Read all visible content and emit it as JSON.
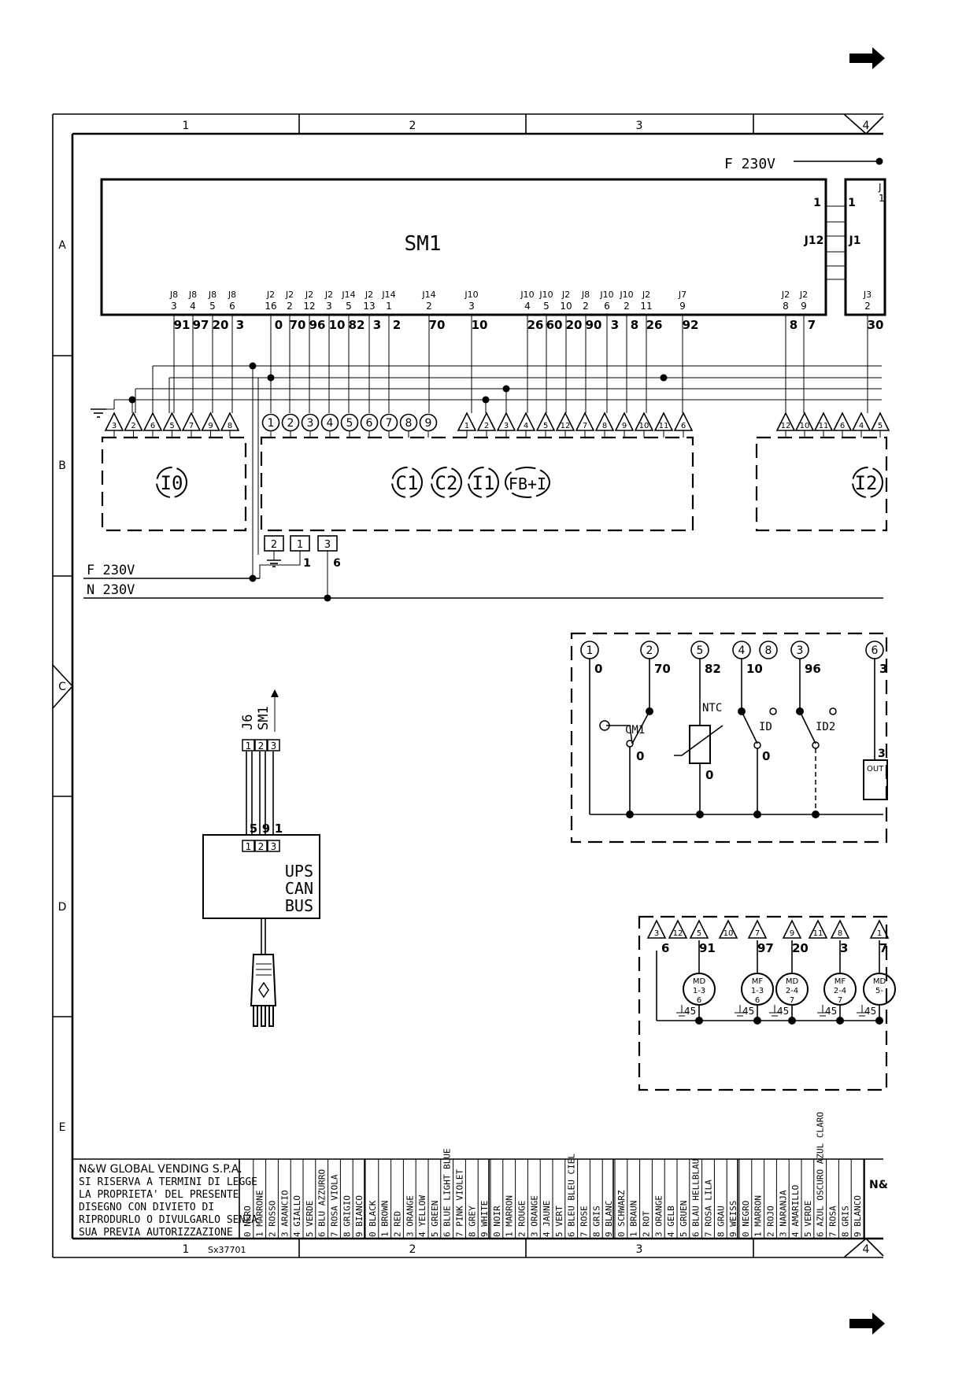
{
  "frame": {
    "columns": [
      "1",
      "2",
      "3",
      "4"
    ],
    "rows": [
      "A",
      "B",
      "C",
      "D",
      "E"
    ],
    "drawing_code": "Sx37701"
  },
  "supply": {
    "f_top": "F 230V",
    "f_left": "F 230V",
    "n_left": "N 230V"
  },
  "sm1": {
    "title": "SM1",
    "j12_pin": "1",
    "j12_label": "J12",
    "j1_pin": "1",
    "j1_label": "J1",
    "j_partial": "J",
    "j_partial_pin": "1",
    "connectors": [
      {
        "name": "J8",
        "pin": "3",
        "wire": "91"
      },
      {
        "name": "J8",
        "pin": "4",
        "wire": "97"
      },
      {
        "name": "J8",
        "pin": "5",
        "wire": "20"
      },
      {
        "name": "J8",
        "pin": "6",
        "wire": "3"
      },
      {
        "name": "J2",
        "pin": "16",
        "wire": "0"
      },
      {
        "name": "J2",
        "pin": "2",
        "wire": "70"
      },
      {
        "name": "J2",
        "pin": "12",
        "wire": "96"
      },
      {
        "name": "J2",
        "pin": "3",
        "wire": "10"
      },
      {
        "name": "J14",
        "pin": "5",
        "wire": "82"
      },
      {
        "name": "J2",
        "pin": "13",
        "wire": "3"
      },
      {
        "name": "J14",
        "pin": "1",
        "wire": "2"
      },
      {
        "name": "J14",
        "pin": "2",
        "wire": "70"
      },
      {
        "name": "J10",
        "pin": "3",
        "wire": "10"
      },
      {
        "name": "J10",
        "pin": "4",
        "wire": "26"
      },
      {
        "name": "J10",
        "pin": "5",
        "wire": "60"
      },
      {
        "name": "J2",
        "pin": "10",
        "wire": "20"
      },
      {
        "name": "J8",
        "pin": "2",
        "wire": "90"
      },
      {
        "name": "J10",
        "pin": "6",
        "wire": "3"
      },
      {
        "name": "J10",
        "pin": "2",
        "wire": "8"
      },
      {
        "name": "J2",
        "pin": "11",
        "wire": "26"
      },
      {
        "name": "J7",
        "pin": "9",
        "wire": "92"
      },
      {
        "name": "J2",
        "pin": "8",
        "wire": "8"
      },
      {
        "name": "J2",
        "pin": "9",
        "wire": "7"
      },
      {
        "name": "J3",
        "pin": "2",
        "wire": "30"
      }
    ]
  },
  "terminal_rows": {
    "tri_left": [
      "3",
      "2",
      "6",
      "5",
      "7",
      "9",
      "8"
    ],
    "circ_mid": [
      "1",
      "2",
      "3",
      "4",
      "5",
      "6",
      "7",
      "8",
      "9"
    ],
    "tri_mid": [
      "1",
      "2",
      "3",
      "4",
      "5",
      "12",
      "7",
      "8",
      "9",
      "10",
      "11",
      "6"
    ],
    "tri_right": [
      "12",
      "10",
      "11",
      "6",
      "4",
      "5"
    ]
  },
  "boards": {
    "left": "I0",
    "mid": [
      "C1",
      "C2",
      "I1",
      "FB+I"
    ],
    "right": "I2"
  },
  "mains_terminals": {
    "labels": [
      "2",
      "1",
      "3"
    ],
    "wires": [
      "1",
      "6"
    ]
  },
  "ups": {
    "connector_label": "J6",
    "connector_target": "SM1",
    "pins": [
      "1",
      "2",
      "3"
    ],
    "wires": [
      "5",
      "9",
      "1"
    ],
    "lines": [
      "UPS",
      "CAN",
      "BUS"
    ]
  },
  "sensor_block": {
    "terminals": [
      {
        "num": "1",
        "wire": "0"
      },
      {
        "num": "2",
        "wire": "70"
      },
      {
        "num": "5",
        "wire": "82"
      },
      {
        "num": "4",
        "wire": "10"
      },
      {
        "num": "8",
        "wire": ""
      },
      {
        "num": "3",
        "wire": "96"
      },
      {
        "num": "6",
        "wire": "3"
      }
    ],
    "cm1": "CM1",
    "ntc": "NTC",
    "id": "ID",
    "id2": "ID2",
    "zeros": [
      "0",
      "0",
      "0"
    ],
    "out_label": "OUT",
    "out_pin": "3"
  },
  "motor_block": {
    "terminals": [
      "3",
      "12",
      "5",
      "10",
      "7",
      "9",
      "11",
      "8",
      "1"
    ],
    "wires": [
      "6",
      "91",
      "97",
      "20",
      "3",
      "7"
    ],
    "motors": [
      {
        "type": "MD",
        "range": "1-3",
        "num": "6"
      },
      {
        "type": "MF",
        "range": "1-3",
        "num": "6"
      },
      {
        "type": "MD",
        "range": "2-4",
        "num": "7"
      },
      {
        "type": "MF",
        "range": "2-4",
        "num": "7"
      },
      {
        "type": "MD",
        "range": "5-",
        "num": ""
      }
    ],
    "ground_label": "45"
  },
  "title_block": {
    "company": "N&W GLOBAL VENDING S.P.A.",
    "notice": [
      "SI RISERVA A TERMINI DI LEGGE",
      "LA PROPRIETA' DEL PRESENTE",
      "DISEGNO CON DIVIETO DI",
      "RIPRODURLO O DIVULGARLO SENZA",
      "SUA PREVIA AUTORIZZAZIONE"
    ],
    "color_groups": [
      [
        "0 NERO",
        "1 MARRONE",
        "2 ROSSO",
        "3 ARANCIO",
        "4 GIALLO",
        "5 VERDE",
        "6 BLU AZZURRO",
        "7 ROSA VIOLA",
        "8 GRIGIO",
        "9 BIANCO"
      ],
      [
        "0 BLACK",
        "1 BROWN",
        "2 RED",
        "3 ORANGE",
        "4 YELLOW",
        "5 GREEN",
        "6 BLUE LIGHT BLUE",
        "7 PINK VIOLET",
        "8 GREY",
        "9 WHITE"
      ],
      [
        "0 NOIR",
        "1 MARRON",
        "2 ROUGE",
        "3 ORANGE",
        "4 JAUNE",
        "5 VERT",
        "6 BLEU BLEU CIEL",
        "7 ROSE",
        "8 GRIS",
        "9 BLANC"
      ],
      [
        "0 SCHWARZ",
        "1 BRAUN",
        "2 ROT",
        "3 ORANGE",
        "4 GELB",
        "5 GRUEN",
        "6 BLAU HELLBLAU",
        "7 ROSA LILA",
        "8 GRAU",
        "9 WEISS"
      ],
      [
        "0 NEGRO",
        "1 MARRON",
        "2 ROJO",
        "3 NARANJA",
        "4 AMARILLO",
        "5 VERDE",
        "6 AZUL OSCURO AZUL CLARO",
        "7 ROSA",
        "8 GRIS",
        "9 BLANCO"
      ]
    ],
    "company_short": "N&"
  }
}
